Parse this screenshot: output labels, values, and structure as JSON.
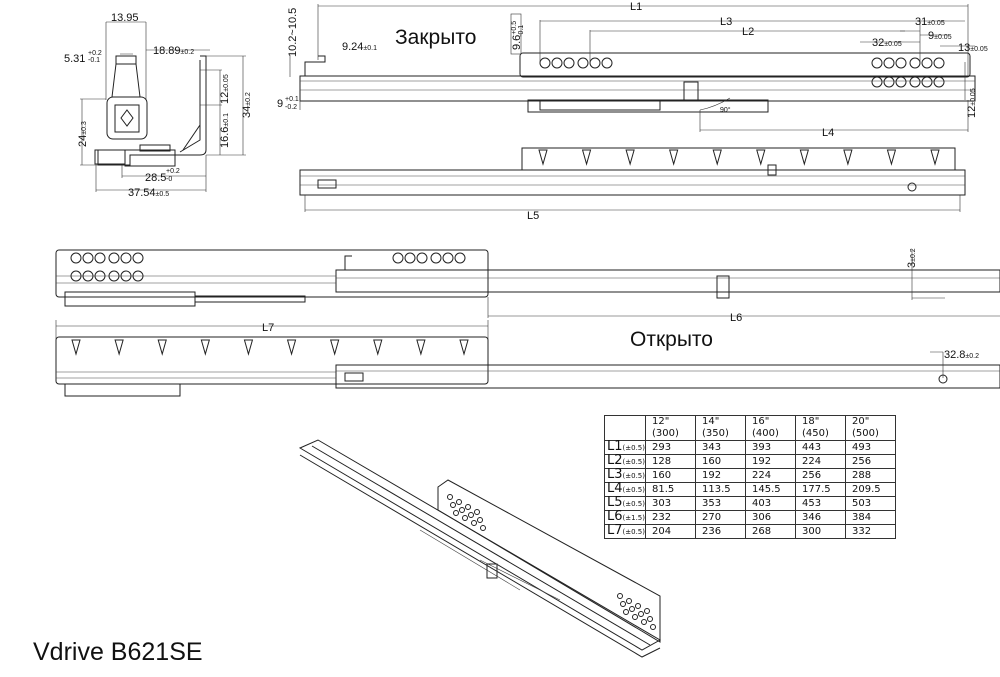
{
  "cross_section": {
    "d1": "13.95",
    "d2": "5.31",
    "d2_tol_plus": "+0.2",
    "d2_tol_minus": "-0.1",
    "d3": "18.89",
    "d3_tol": "±0.2",
    "d4": "12",
    "d4_tol": "±0.05",
    "d5": "34",
    "d5_tol": "±0.2",
    "d6": "16.6",
    "d6_tol": "±0.1",
    "d7": "24",
    "d7_tol": "±0.3",
    "d8": "28.5",
    "d8_tol_plus": "+0.2",
    "d8_tol_minus": "-0",
    "d9": "37.54",
    "d9_tol": "±0.5"
  },
  "closed": {
    "label": "Закрыто",
    "h_range": "10.2~10.5",
    "d_924": "9.24",
    "d_924_tol": "±0.1",
    "d_9": "9",
    "d_9_tol_plus": "+0.1",
    "d_9_tol_minus": "-0.2",
    "d_96": "9.6",
    "d_96_tol_plus": "+0.5",
    "d_96_tol_minus": "-0.1",
    "L1": "L1",
    "L2": "L2",
    "L3": "L3",
    "L4": "L4",
    "L5": "L5",
    "d_31": "31",
    "d_31_tol": "±0.05",
    "d_9b": "9",
    "d_9b_tol": "±0.05",
    "d_32": "32",
    "d_32_tol": "±0.05",
    "d_13": "13",
    "d_13_tol": "±0.05",
    "d_12": "12",
    "d_12_tol": "±0.05",
    "angle": "90°"
  },
  "open": {
    "label": "Открыто",
    "L6": "L6",
    "L7": "L7",
    "d_3": "3",
    "d_3_tol": "±0.2",
    "d_328": "32.8",
    "d_328_tol": "±0.2"
  },
  "table": {
    "headers": [
      "",
      "12\"(300)",
      "14\"(350)",
      "16\"(400)",
      "18\"(450)",
      "20\"(500)"
    ],
    "rows": [
      {
        "name": "L1",
        "tol": "(±0.5)",
        "values": [
          "293",
          "343",
          "393",
          "443",
          "493"
        ]
      },
      {
        "name": "L2",
        "tol": "(±0.5)",
        "values": [
          "128",
          "160",
          "192",
          "224",
          "256"
        ]
      },
      {
        "name": "L3",
        "tol": "(±0.5)",
        "values": [
          "160",
          "192",
          "224",
          "256",
          "288"
        ]
      },
      {
        "name": "L4",
        "tol": "(±0.5)",
        "values": [
          "81.5",
          "113.5",
          "145.5",
          "177.5",
          "209.5"
        ]
      },
      {
        "name": "L5",
        "tol": "(±0.5)",
        "values": [
          "303",
          "353",
          "403",
          "453",
          "503"
        ]
      },
      {
        "name": "L6",
        "tol": "(±1.5)",
        "values": [
          "232",
          "270",
          "306",
          "346",
          "384"
        ]
      },
      {
        "name": "L7",
        "tol": "(±0.5)",
        "values": [
          "204",
          "236",
          "268",
          "300",
          "332"
        ]
      }
    ]
  },
  "product_title": "Vdrive B621SE"
}
